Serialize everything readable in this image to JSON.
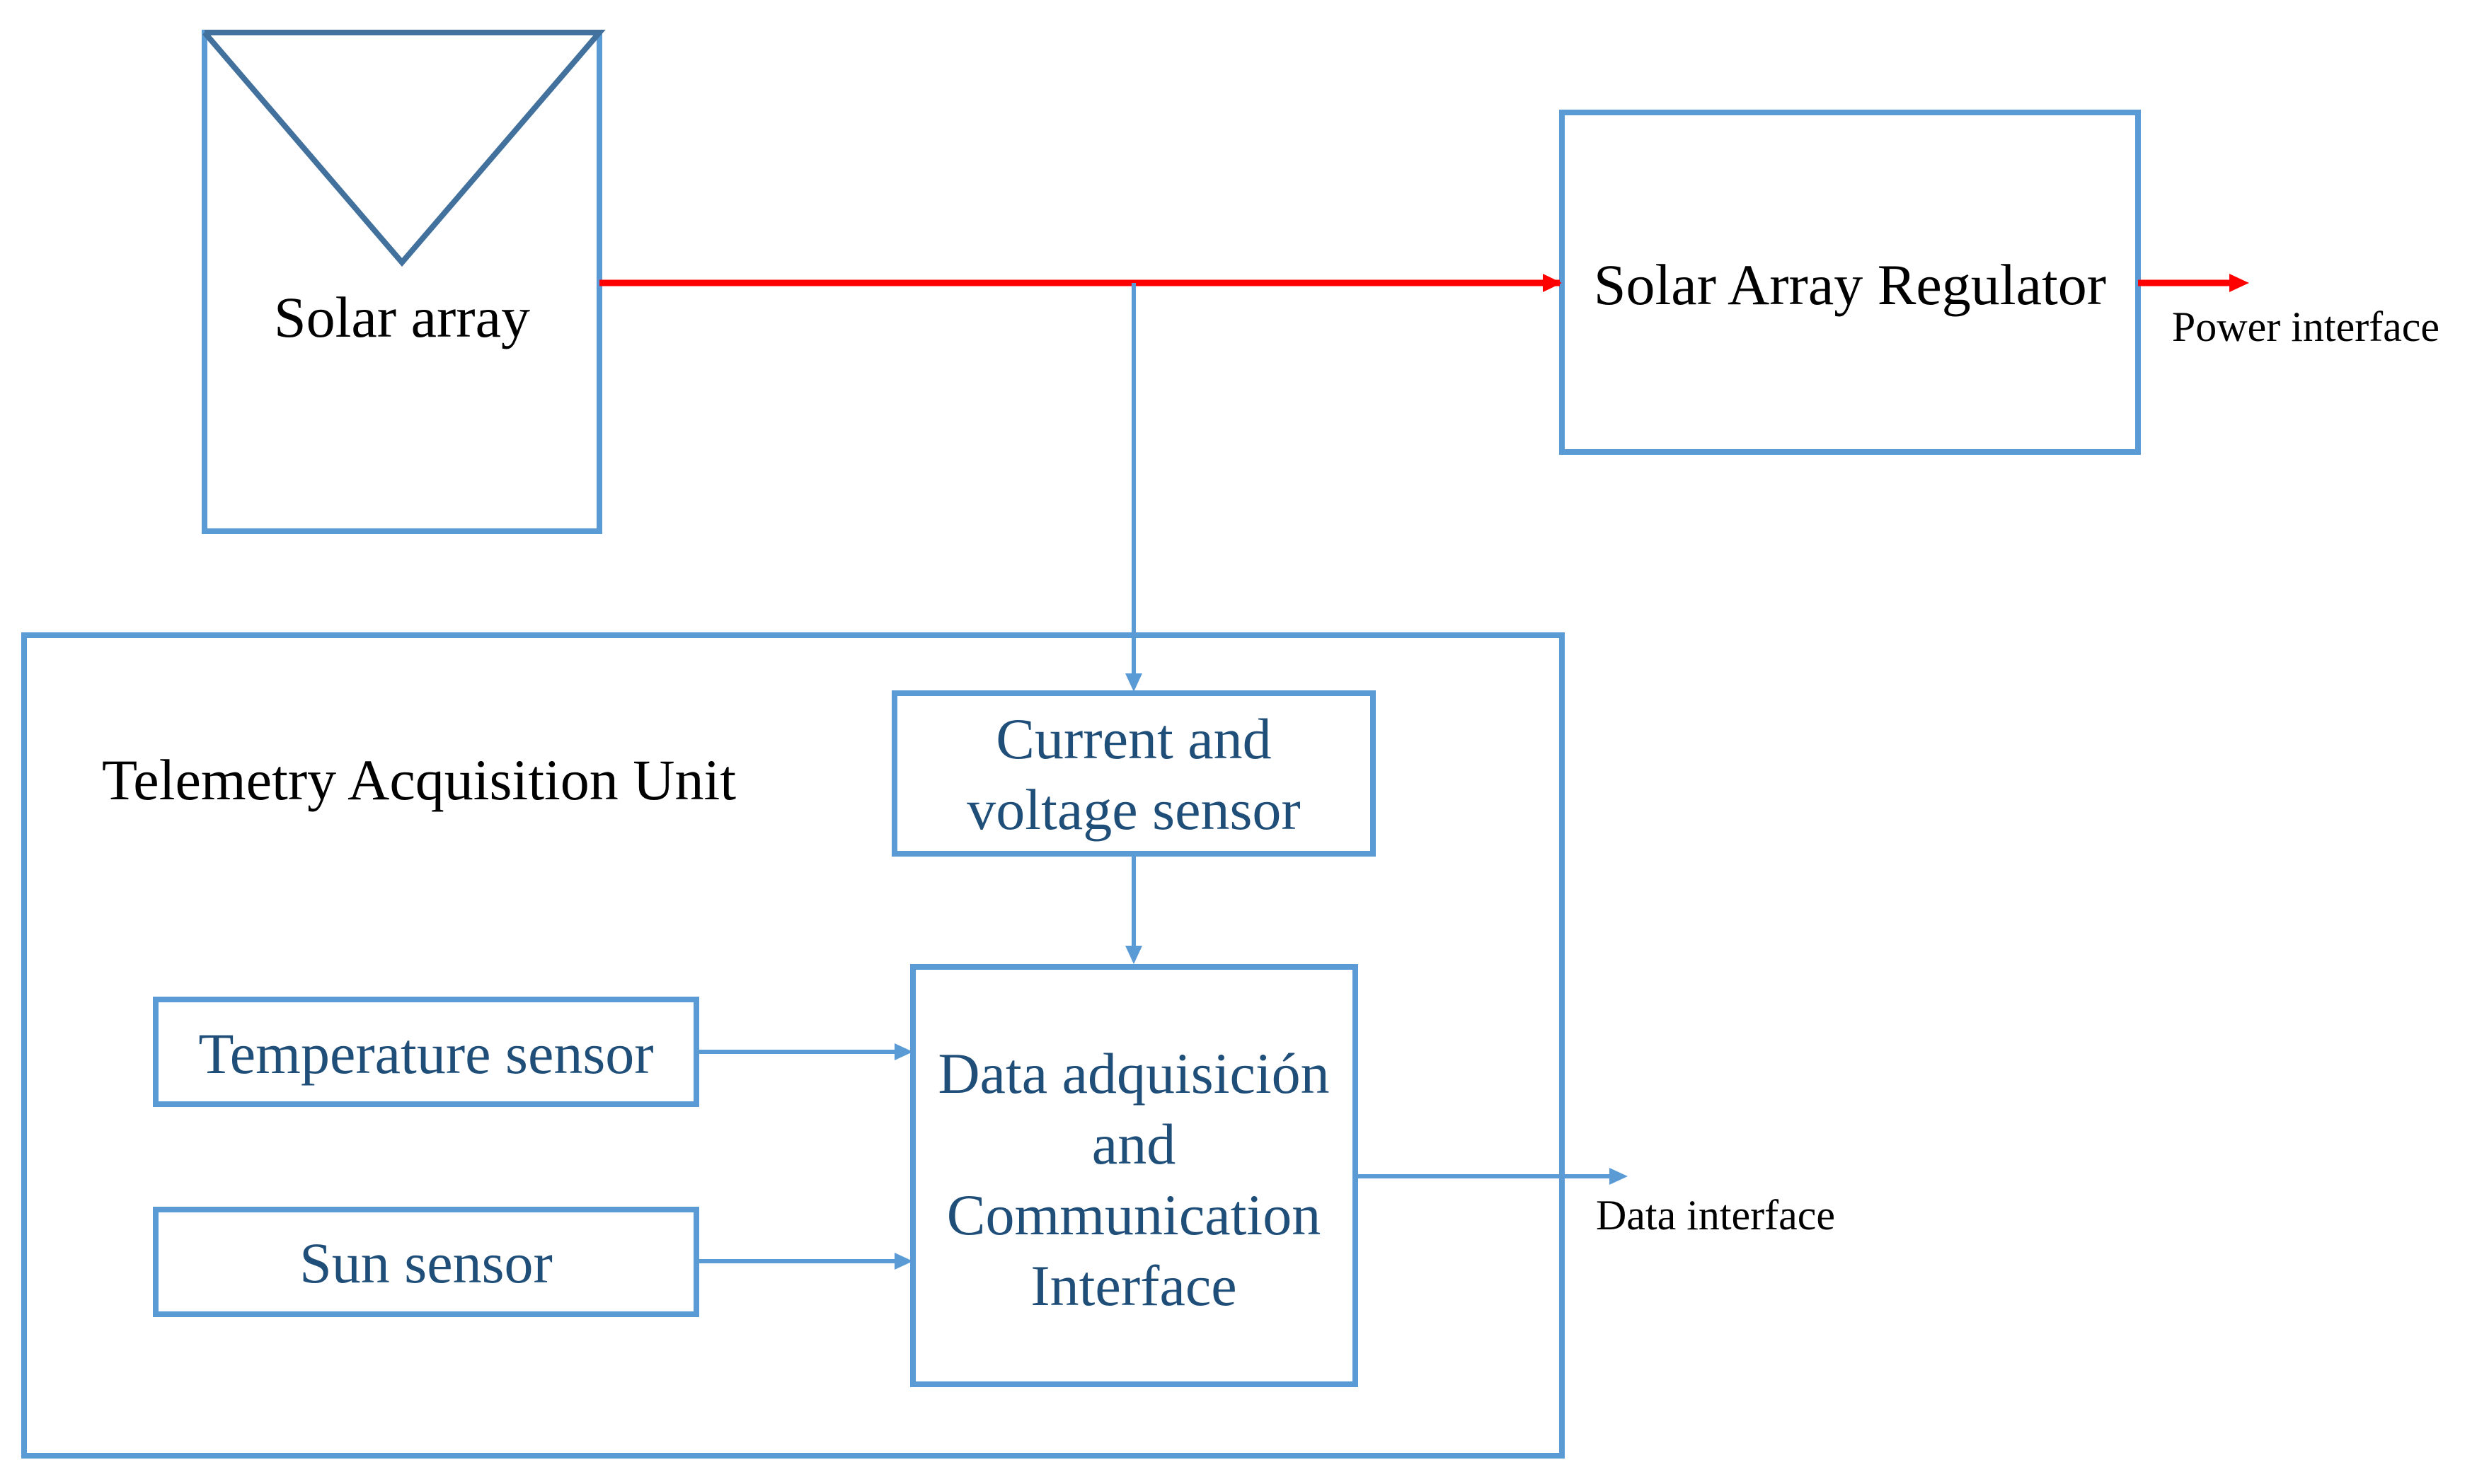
{
  "colors": {
    "box_outline": "#5b9bd5",
    "solar_symbol": "#41719c",
    "power_line": "#ff0000",
    "signal_line": "#5b9bd5",
    "inner_text": "#1f4e79",
    "outer_text": "#000000"
  },
  "blocks": {
    "solar_array": {
      "label": "Solar array"
    },
    "regulator": {
      "label": "Solar Array Regulator"
    },
    "telemetry_unit": {
      "label": "Telemetry Acquisition Unit"
    },
    "cv_sensor": {
      "line1": "Current and",
      "line2": "voltage sensor"
    },
    "temp_sensor": {
      "label": "Temperature sensor"
    },
    "sun_sensor": {
      "label": "Sun sensor"
    },
    "daq": {
      "line1": "Data adquisición",
      "line2": "and",
      "line3": "Communication",
      "line4": "Interface"
    }
  },
  "interfaces": {
    "power": "Power interface",
    "data": "Data interface"
  }
}
